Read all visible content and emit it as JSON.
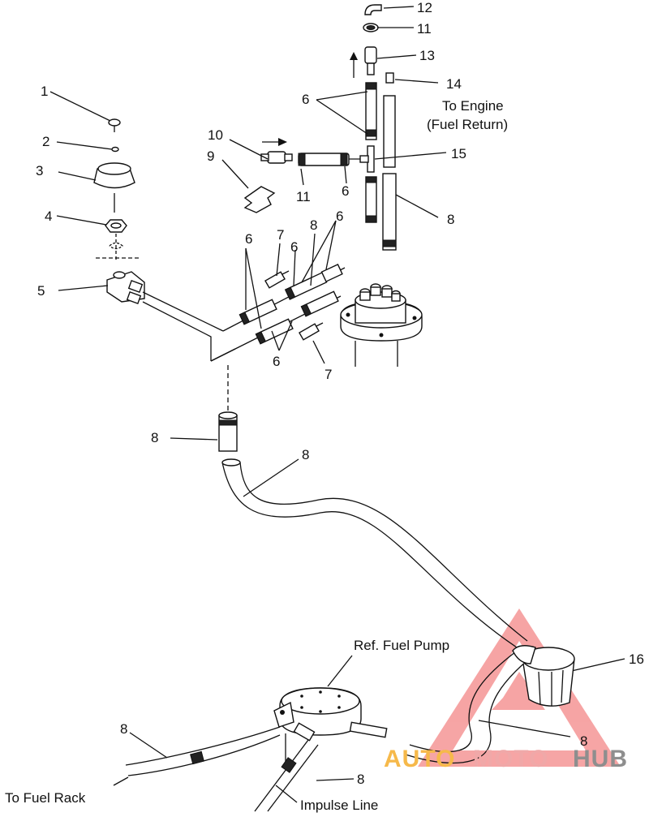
{
  "callouts": {
    "c1": "1",
    "c2": "2",
    "c3": "3",
    "c4": "4",
    "c5": "5",
    "c6a": "6",
    "c6b": "6",
    "c6c": "6",
    "c6d": "6",
    "c6e": "6",
    "c6f": "6",
    "c7a": "7",
    "c7b": "7",
    "c8a": "8",
    "c8b": "8",
    "c8c": "8",
    "c8d": "8",
    "c8e": "8",
    "c8f": "8",
    "c8g": "8",
    "c9": "9",
    "c10": "10",
    "c11a": "11",
    "c11b": "11",
    "c12": "12",
    "c13": "13",
    "c14": "14",
    "c15": "15",
    "c16": "16"
  },
  "labels": {
    "to_engine": "To Engine",
    "fuel_return": "(Fuel Return)",
    "ref_fuel_pump": "Ref. Fuel Pump",
    "to_fuel_rack": "To Fuel Rack",
    "impulse_line": "Impulse Line"
  },
  "watermark": {
    "auto": "AUTO",
    "moto": "MOTO",
    "hub": "HUB",
    "colors": {
      "auto": "#f6b94a",
      "moto": "#f0a8a8",
      "hub": "#8e8e8e",
      "triangle": "#ef5b5b"
    }
  }
}
